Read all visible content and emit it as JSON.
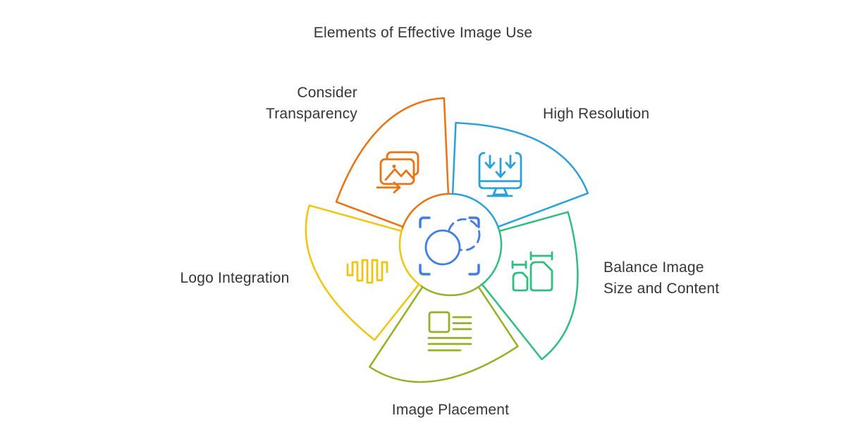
{
  "title": "Elements of Effective Image Use",
  "colors": {
    "background": "#FFFFFF",
    "text": "#3A3434",
    "center_icon": "#3F7DE8"
  },
  "segments": [
    {
      "id": "consider-transparency",
      "label": "Consider Transparency",
      "color": "#EB720F",
      "icon": "images-transparency-icon"
    },
    {
      "id": "high-resolution",
      "label": "High Resolution",
      "color": "#2AA0DE",
      "icon": "monitor-download-icon"
    },
    {
      "id": "balance-image-size-and-content",
      "label": "Balance Image Size and Content",
      "color": "#2CBF80",
      "icon": "size-measure-icon"
    },
    {
      "id": "image-placement",
      "label": "Image Placement",
      "color": "#92B222",
      "icon": "layout-text-icon"
    },
    {
      "id": "logo-integration",
      "label": "Logo Integration",
      "color": "#F3C50A",
      "icon": "wave-logo-icon"
    }
  ],
  "center": {
    "icon": "focus-crop-icon"
  }
}
